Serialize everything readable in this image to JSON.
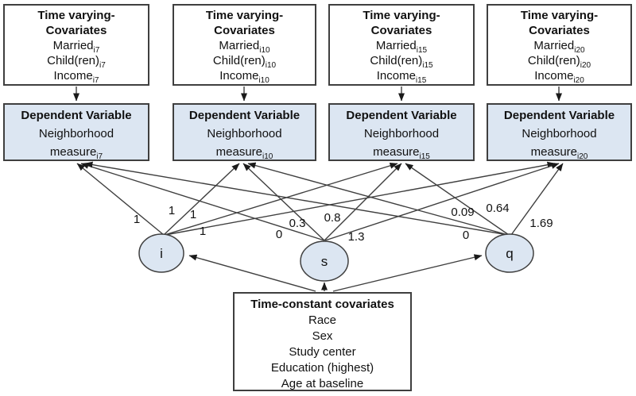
{
  "top_boxes": [
    {
      "title": [
        "Time varying-",
        "Covariates"
      ],
      "items": [
        {
          "base": "Married",
          "sub": "i7"
        },
        {
          "base": "Child(ren)",
          "sub": "i7"
        },
        {
          "base": "Income",
          "sub": "i7"
        }
      ]
    },
    {
      "title": [
        "Time varying-",
        "Covariates"
      ],
      "items": [
        {
          "base": "Married",
          "sub": "i10"
        },
        {
          "base": "Child(ren)",
          "sub": "i10"
        },
        {
          "base": "Income",
          "sub": "i10"
        }
      ]
    },
    {
      "title": [
        "Time varying-",
        "Covariates"
      ],
      "items": [
        {
          "base": "Married",
          "sub": "i15"
        },
        {
          "base": "Child(ren)",
          "sub": "i15"
        },
        {
          "base": "Income",
          "sub": "i15"
        }
      ]
    },
    {
      "title": [
        "Time varying-",
        "Covariates"
      ],
      "items": [
        {
          "base": "Married",
          "sub": "i20"
        },
        {
          "base": "Child(ren)",
          "sub": "i20"
        },
        {
          "base": "Income",
          "sub": "i20"
        }
      ]
    }
  ],
  "dependent_boxes": [
    {
      "title": "Dependent Variable",
      "line": "Neighborhood",
      "base": "measure",
      "sub": "i7"
    },
    {
      "title": "Dependent Variable",
      "line": "Neighborhood",
      "base": "measure",
      "sub": "i10"
    },
    {
      "title": "Dependent Variable",
      "line": "Neighborhood",
      "base": "measure",
      "sub": "i15"
    },
    {
      "title": "Dependent Variable",
      "line": "Neighborhood",
      "base": "measure",
      "sub": "i20"
    }
  ],
  "latent_nodes": [
    {
      "label": "i"
    },
    {
      "label": "s"
    },
    {
      "label": "q"
    }
  ],
  "bottom_box": {
    "title": "Time-constant covariates",
    "items": [
      "Race",
      "Sex",
      "Study center",
      "Education (highest)",
      "Age at baseline"
    ]
  },
  "path_coefficients": {
    "i": [
      "1",
      "1",
      "1",
      "1"
    ],
    "s": [
      "0",
      "0.3",
      "0.8",
      "1.3"
    ],
    "q": [
      "0",
      "0.09",
      "0.64",
      "1.69"
    ]
  },
  "colors": {
    "box_fill_blue": "#dce6f2",
    "box_fill_white": "#ffffff",
    "border": "#3f3f3f",
    "line": "#3f3f3f",
    "text": "#111111"
  }
}
